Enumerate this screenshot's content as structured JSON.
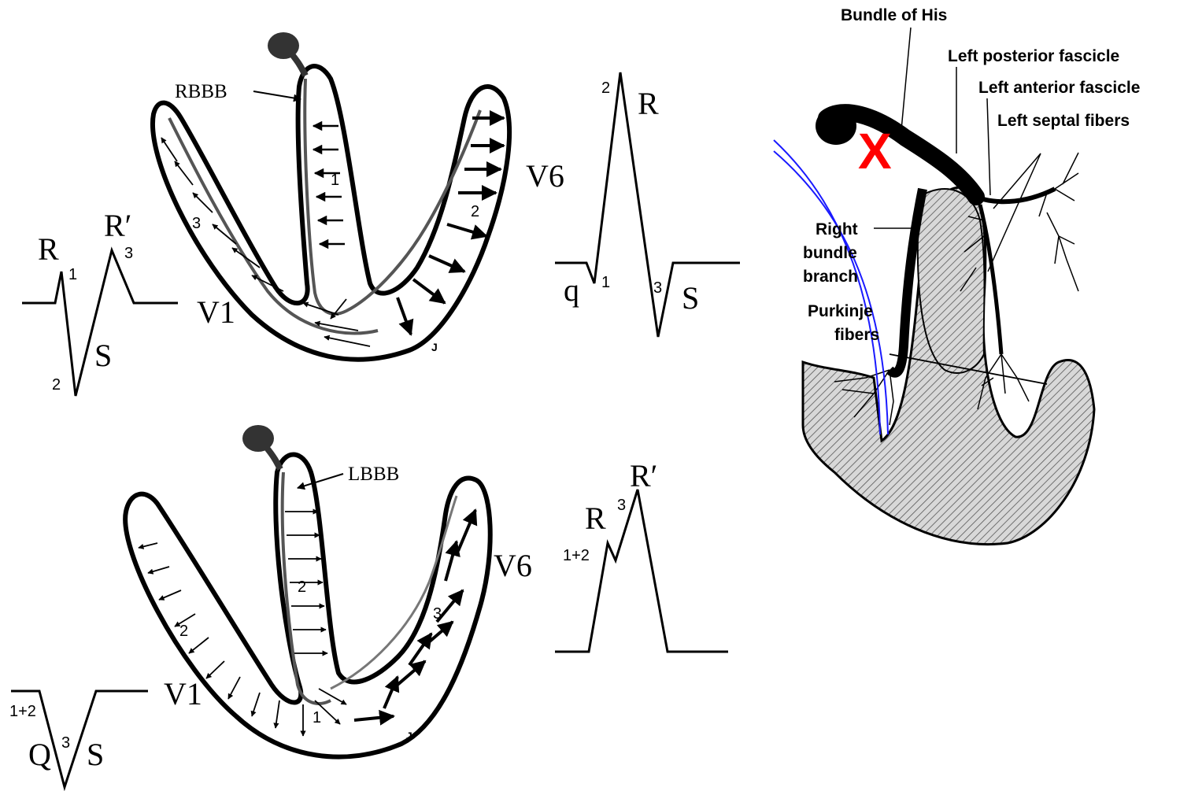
{
  "rbbb": {
    "tag": "RBBB",
    "lead_v1": "V1",
    "lead_v6": "V6",
    "v1": {
      "r": "R",
      "r_prime": "R′",
      "s": "S",
      "n1": "1",
      "n2": "2",
      "n3": "3"
    },
    "v6": {
      "r": "R",
      "q": "q",
      "s": "S",
      "n1": "1",
      "n2": "2",
      "n3": "3"
    },
    "heart": {
      "n1": "1",
      "n2": "2",
      "n3": "3",
      "j": "J"
    }
  },
  "lbbb": {
    "tag": "LBBB",
    "lead_v1": "V1",
    "lead_v6": "V6",
    "v1": {
      "q": "Q",
      "s": "S",
      "n12": "1+2",
      "n3": "3"
    },
    "v6": {
      "r": "R",
      "r_prime": "R′",
      "n12": "1+2",
      "n3": "3"
    },
    "heart": {
      "n1": "1",
      "n2a": "2",
      "n2b": "2",
      "n3": "3",
      "j": "J"
    }
  },
  "anatomy": {
    "bundle_of_his": "Bundle of His",
    "left_posterior_fascicle": "Left posterior fascicle",
    "left_anterior_fascicle": "Left anterior fascicle",
    "left_septal_fibers": "Left septal fibers",
    "right_bundle_branch": [
      "Right",
      "bundle",
      "branch"
    ],
    "purkinje_fibers": [
      "Purkinje",
      "fibers"
    ],
    "block_marker": "X",
    "colors": {
      "block": "#ff0000",
      "cut_line": "#1a1aff"
    }
  }
}
